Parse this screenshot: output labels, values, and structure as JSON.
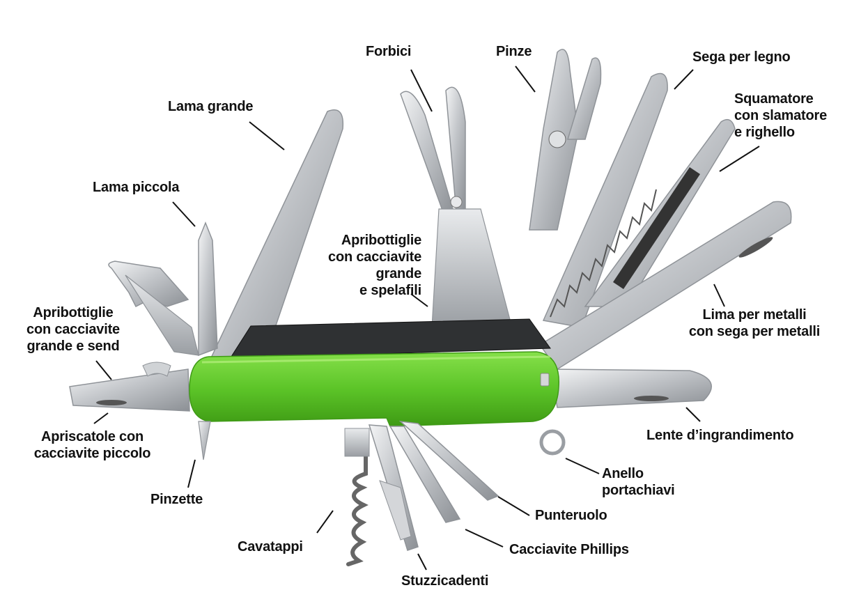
{
  "diagram": {
    "labels": {
      "forbici": "Forbici",
      "pinze": "Pinze",
      "sega_legno": "Sega per legno",
      "lama_grande": "Lama grande",
      "squamatore": [
        "Squamatore",
        "con slamatore",
        "e righello"
      ],
      "lama_piccola": "Lama piccola",
      "apribottiglie_centro": [
        "Apribottiglie",
        "con cacciavite",
        "grande",
        "e spelafili"
      ],
      "lima": [
        "Lima per metalli",
        "con sega per metalli"
      ],
      "apribottiglie_sx": [
        "Apribottiglie",
        "con cacciavite",
        "grande e send"
      ],
      "apriscatole": [
        "Apriscatole con",
        "cacciavite piccolo"
      ],
      "lente": "Lente d’ingrandimento",
      "anello": [
        "Anello",
        "portachiavi"
      ],
      "pinzette": "Pinzette",
      "punteruolo": "Punteruolo",
      "cavatappi": "Cavatappi",
      "phillips": "Cacciavite Phillips",
      "stuzzicadenti": "Stuzzicadenti"
    },
    "colors": {
      "handle": "#5fc42a",
      "handle_dark": "#3f9a16",
      "steel": "#c9ccd0",
      "steel_dark": "#8f9398",
      "leader": "#111111"
    }
  }
}
